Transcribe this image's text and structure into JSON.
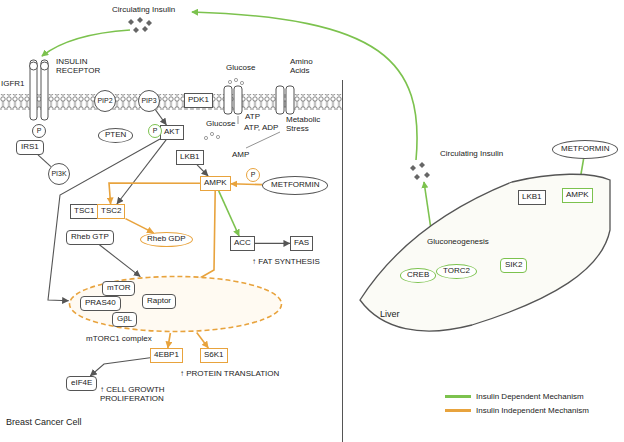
{
  "diagram": {
    "nodes": [
      {
        "text": [
          "Breast Cancer Cell"
        ]
      },
      {
        "text": [
          "IRS1"
        ],
        "in": 0
      },
      {
        "text": [
          "PI3K"
        ],
        "in": 0
      },
      {
        "text": [
          "PTEN"
        ],
        "in": 0
      },
      {
        "text": [
          "AKT"
        ],
        "in": 0
      },
      {
        "text": [
          "PDK1"
        ],
        "in": 0
      },
      {
        "text": [
          "LKB1"
        ],
        "in": 0
      },
      {
        "text": [
          "AMPK"
        ],
        "in": 0
      },
      {
        "text": [
          "METFORMIN"
        ],
        "in": 0
      },
      {
        "text": [
          "TSC1"
        ],
        "in": 0
      },
      {
        "text": [
          "TSC2"
        ],
        "in": 0
      },
      {
        "text": [
          "Rheb GTP"
        ],
        "in": 0
      },
      {
        "text": [
          "Rheb GDP"
        ],
        "in": 0
      },
      {
        "text": [
          "ACC"
        ],
        "in": 0
      },
      {
        "text": [
          "FAS"
        ],
        "in": 0
      },
      {
        "text": [
          "mTORC1 complex"
        ],
        "in": 0
      },
      {
        "text": [
          "mTOR"
        ],
        "in": 15
      },
      {
        "text": [
          "PRAS40"
        ],
        "in": 15
      },
      {
        "text": [
          "Raptor"
        ],
        "in": 15
      },
      {
        "text": [
          "GβL"
        ],
        "in": 15
      },
      {
        "text": [
          "4EBP1"
        ],
        "in": 0
      },
      {
        "text": [
          "S6K1"
        ],
        "in": 0
      },
      {
        "text": [
          "eIF4E"
        ],
        "in": 0
      },
      {
        "text": [
          "Liver"
        ]
      },
      {
        "text": [
          "CREB"
        ],
        "in": 23
      },
      {
        "text": [
          "TORC2"
        ],
        "in": 23
      },
      {
        "text": [
          "SIK2"
        ],
        "in": 23
      },
      {
        "text": [
          "LKB1"
        ],
        "in": 23
      },
      {
        "text": [
          "AMPK"
        ],
        "in": 23
      },
      {
        "text": [
          "METFORMIN"
        ]
      },
      {
        "text": [
          "PIP2"
        ],
        "in": 0
      },
      {
        "text": [
          "PIP3"
        ],
        "in": 0
      },
      {
        "text": [
          "P"
        ],
        "in": 0
      },
      {
        "text": [
          "P"
        ],
        "in": 0
      },
      {
        "text": [
          "P"
        ],
        "in": 0
      }
    ],
    "edges": [
      {
        "from": 1,
        "to": 2,
        "arrow": "none"
      },
      {
        "from": 31,
        "to": 4,
        "arrow": "to"
      },
      {
        "from": 4,
        "to": 10,
        "arrow": "to"
      },
      {
        "from": 6,
        "to": 7,
        "arrow": "to"
      },
      {
        "from": 8,
        "to": 7,
        "arrow": "to"
      },
      {
        "from": 7,
        "to": 10,
        "arrow": "to"
      },
      {
        "from": 7,
        "to": 13,
        "arrow": "to"
      },
      {
        "from": 13,
        "to": 14,
        "arrow": "to"
      },
      {
        "from": 10,
        "to": 12,
        "arrow": "to"
      },
      {
        "from": 11,
        "to": 15,
        "arrow": "to"
      },
      {
        "from": 7,
        "to": 18,
        "arrow": "to"
      },
      {
        "from": 4,
        "to": 15,
        "arrow": "to"
      },
      {
        "from": 15,
        "to": 20,
        "arrow": "to"
      },
      {
        "from": 15,
        "to": 21,
        "arrow": "to"
      },
      {
        "from": 20,
        "to": 22,
        "arrow": "to"
      },
      {
        "from": 29,
        "to": 28,
        "arrow": "to"
      },
      {
        "from": 27,
        "to": 28,
        "arrow": "to"
      },
      {
        "from": 28,
        "to": 26,
        "arrow": "to"
      },
      {
        "from": 26,
        "to": 25,
        "arrow": "to"
      }
    ],
    "labels": [
      "Circulating Insulin",
      "INSULIN RECEPTOR",
      "IGFR1",
      "Glucose",
      "Amino Acids",
      "Glucose",
      "ATP",
      "ATP",
      "ADP",
      "AMP",
      "Metabolic Stress",
      "↑ FAT SYNTHESIS",
      "↑ PROTEIN TRANSLATION",
      "↑ CELL GROWTH PROLIFERATION",
      "Circulating Insulin",
      "Gluconeogenesis"
    ],
    "legend": [
      {
        "text": "Insulin Dependent Mechanism",
        "color": "#7cc24e"
      },
      {
        "text": "Insulin Independent Mechanism",
        "color": "#e8a33d"
      }
    ]
  }
}
